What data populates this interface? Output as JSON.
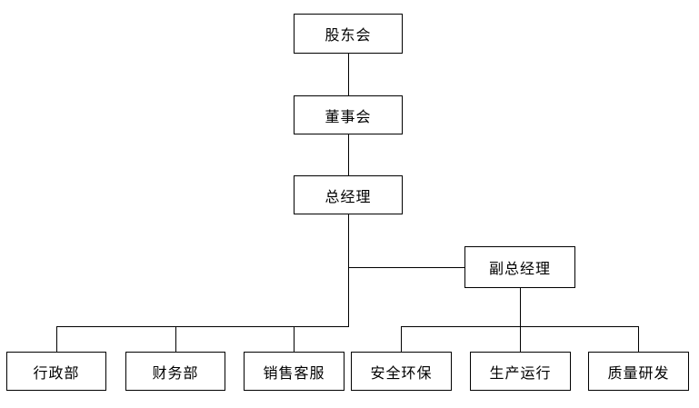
{
  "diagram": {
    "type": "org-chart",
    "nodes": {
      "shareholders": {
        "label": "股东会"
      },
      "board": {
        "label": "董事会"
      },
      "general_manager": {
        "label": "总经理"
      },
      "deputy_general_manager": {
        "label": "副总经理"
      },
      "admin_dept": {
        "label": "行政部"
      },
      "finance_dept": {
        "label": "财务部"
      },
      "sales_service_dept": {
        "label": "销售客服"
      },
      "safety_env_dept": {
        "label": "安全环保"
      },
      "production_ops_dept": {
        "label": "生产运行"
      },
      "quality_rd_dept": {
        "label": "质量研发"
      }
    },
    "hierarchy": [
      {
        "parent": "股东会",
        "child": "董事会"
      },
      {
        "parent": "董事会",
        "child": "总经理"
      },
      {
        "parent": "总经理",
        "child": "副总经理"
      },
      {
        "parent": "总经理",
        "child": "行政部"
      },
      {
        "parent": "总经理",
        "child": "财务部"
      },
      {
        "parent": "总经理",
        "child": "销售客服"
      },
      {
        "parent": "副总经理",
        "child": "安全环保"
      },
      {
        "parent": "副总经理",
        "child": "生产运行"
      },
      {
        "parent": "副总经理",
        "child": "质量研发"
      }
    ],
    "colors": {
      "node_fill": "#ffffff",
      "node_border": "#000000",
      "text": "#000000",
      "connector": "#000000",
      "background": "#ffffff"
    }
  }
}
